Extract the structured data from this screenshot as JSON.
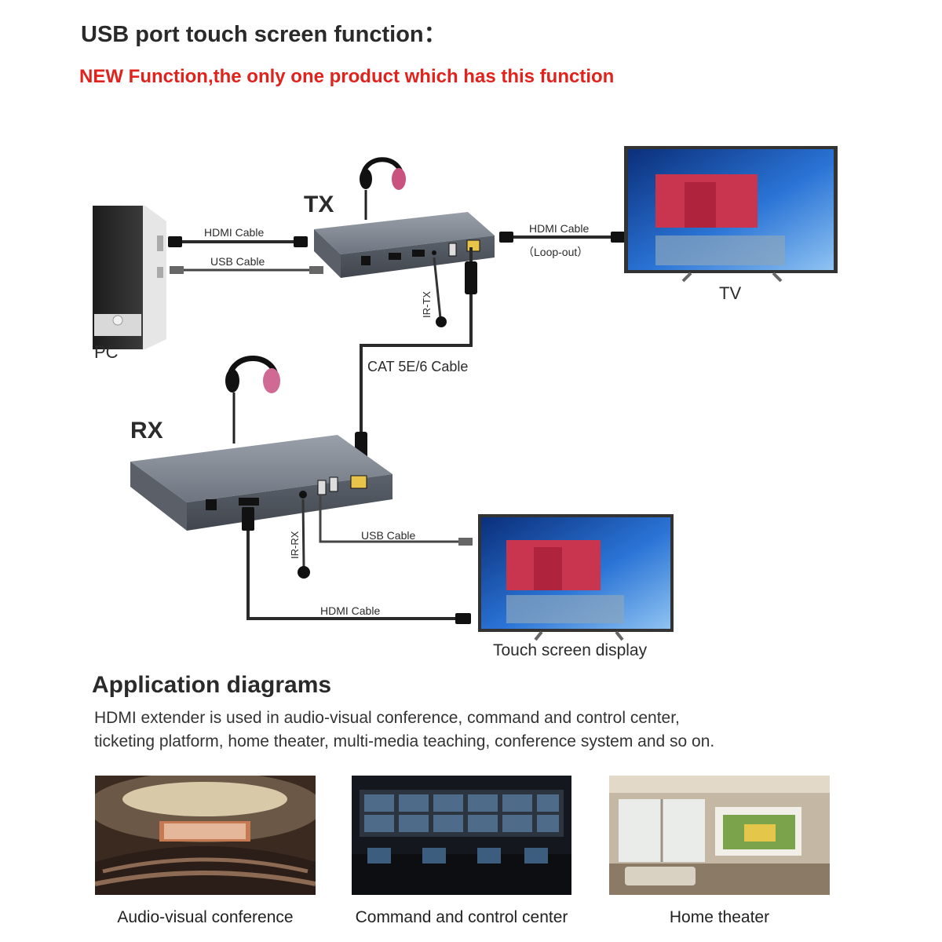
{
  "header": {
    "title": "USB port touch screen function：",
    "subtitle": "NEW Function,the only one product which has this function"
  },
  "diagram": {
    "tx_label": "TX",
    "rx_label": "RX",
    "pc_label": "PC",
    "tv_label": "TV",
    "touch_label": "Touch screen display",
    "hdmi_cable_pc": "HDMI Cable",
    "usb_cable_pc": "USB Cable",
    "hdmi_cable_tv": "HDMI Cable",
    "loop_out": "（Loop-out）",
    "ir_tx": "IR-TX",
    "ir_rx": "IR-RX",
    "cat_cable": "CAT 5E/6 Cable",
    "usb_cable_rx": "USB Cable",
    "hdmi_cable_rx": "HDMI Cable",
    "colors": {
      "device": "#7d838d",
      "cable": "#2a2a2a",
      "screen": "#1f5fbf"
    }
  },
  "applications": {
    "title": "Application diagrams",
    "desc_line1": "HDMI extender is used in audio-visual conference, command and control center,",
    "desc_line2": "ticketing platform, home theater, multi-media teaching, conference system and so on.",
    "items": [
      {
        "caption": "Audio-visual conference"
      },
      {
        "caption": "Command and control center"
      },
      {
        "caption": "Home theater"
      }
    ]
  }
}
